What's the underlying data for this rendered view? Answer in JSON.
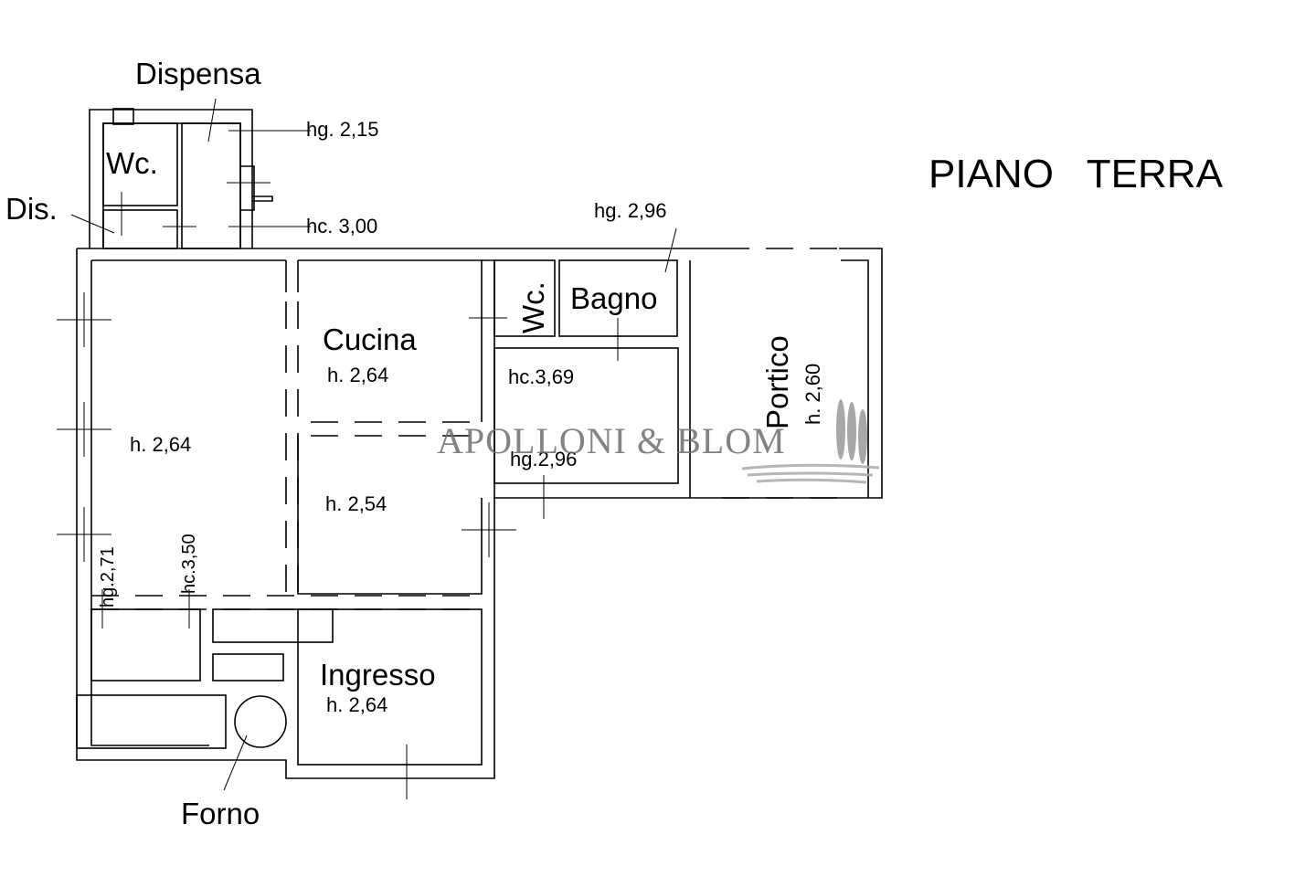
{
  "title": "PIANO   TERRA",
  "rooms": {
    "dispensa": "Dispensa",
    "wc_top": "Wc.",
    "dis": "Dis.",
    "cucina": "Cucina",
    "wc_mid": "Wc.",
    "bagno": "Bagno",
    "portico": "Portico",
    "ingresso": "Ingresso",
    "forno": "Forno"
  },
  "heights": {
    "hg_215": "hg.  2,15",
    "hc_300": "hc.  3,00",
    "hg_296_top": "hg.  2,96",
    "cucina_h": "h.  2,64",
    "main_h": "h.  2,64",
    "room_254": "h.  2,54",
    "hc_369": "hc.3,69",
    "hg_296_low": "hg.2,96",
    "portico_h": "h.  2,60",
    "hg_271": "hg.2,71",
    "hc_350": "hc.3,50",
    "ingresso_h": "h.  2,64"
  },
  "watermark": "APOLLONI & BLOM"
}
